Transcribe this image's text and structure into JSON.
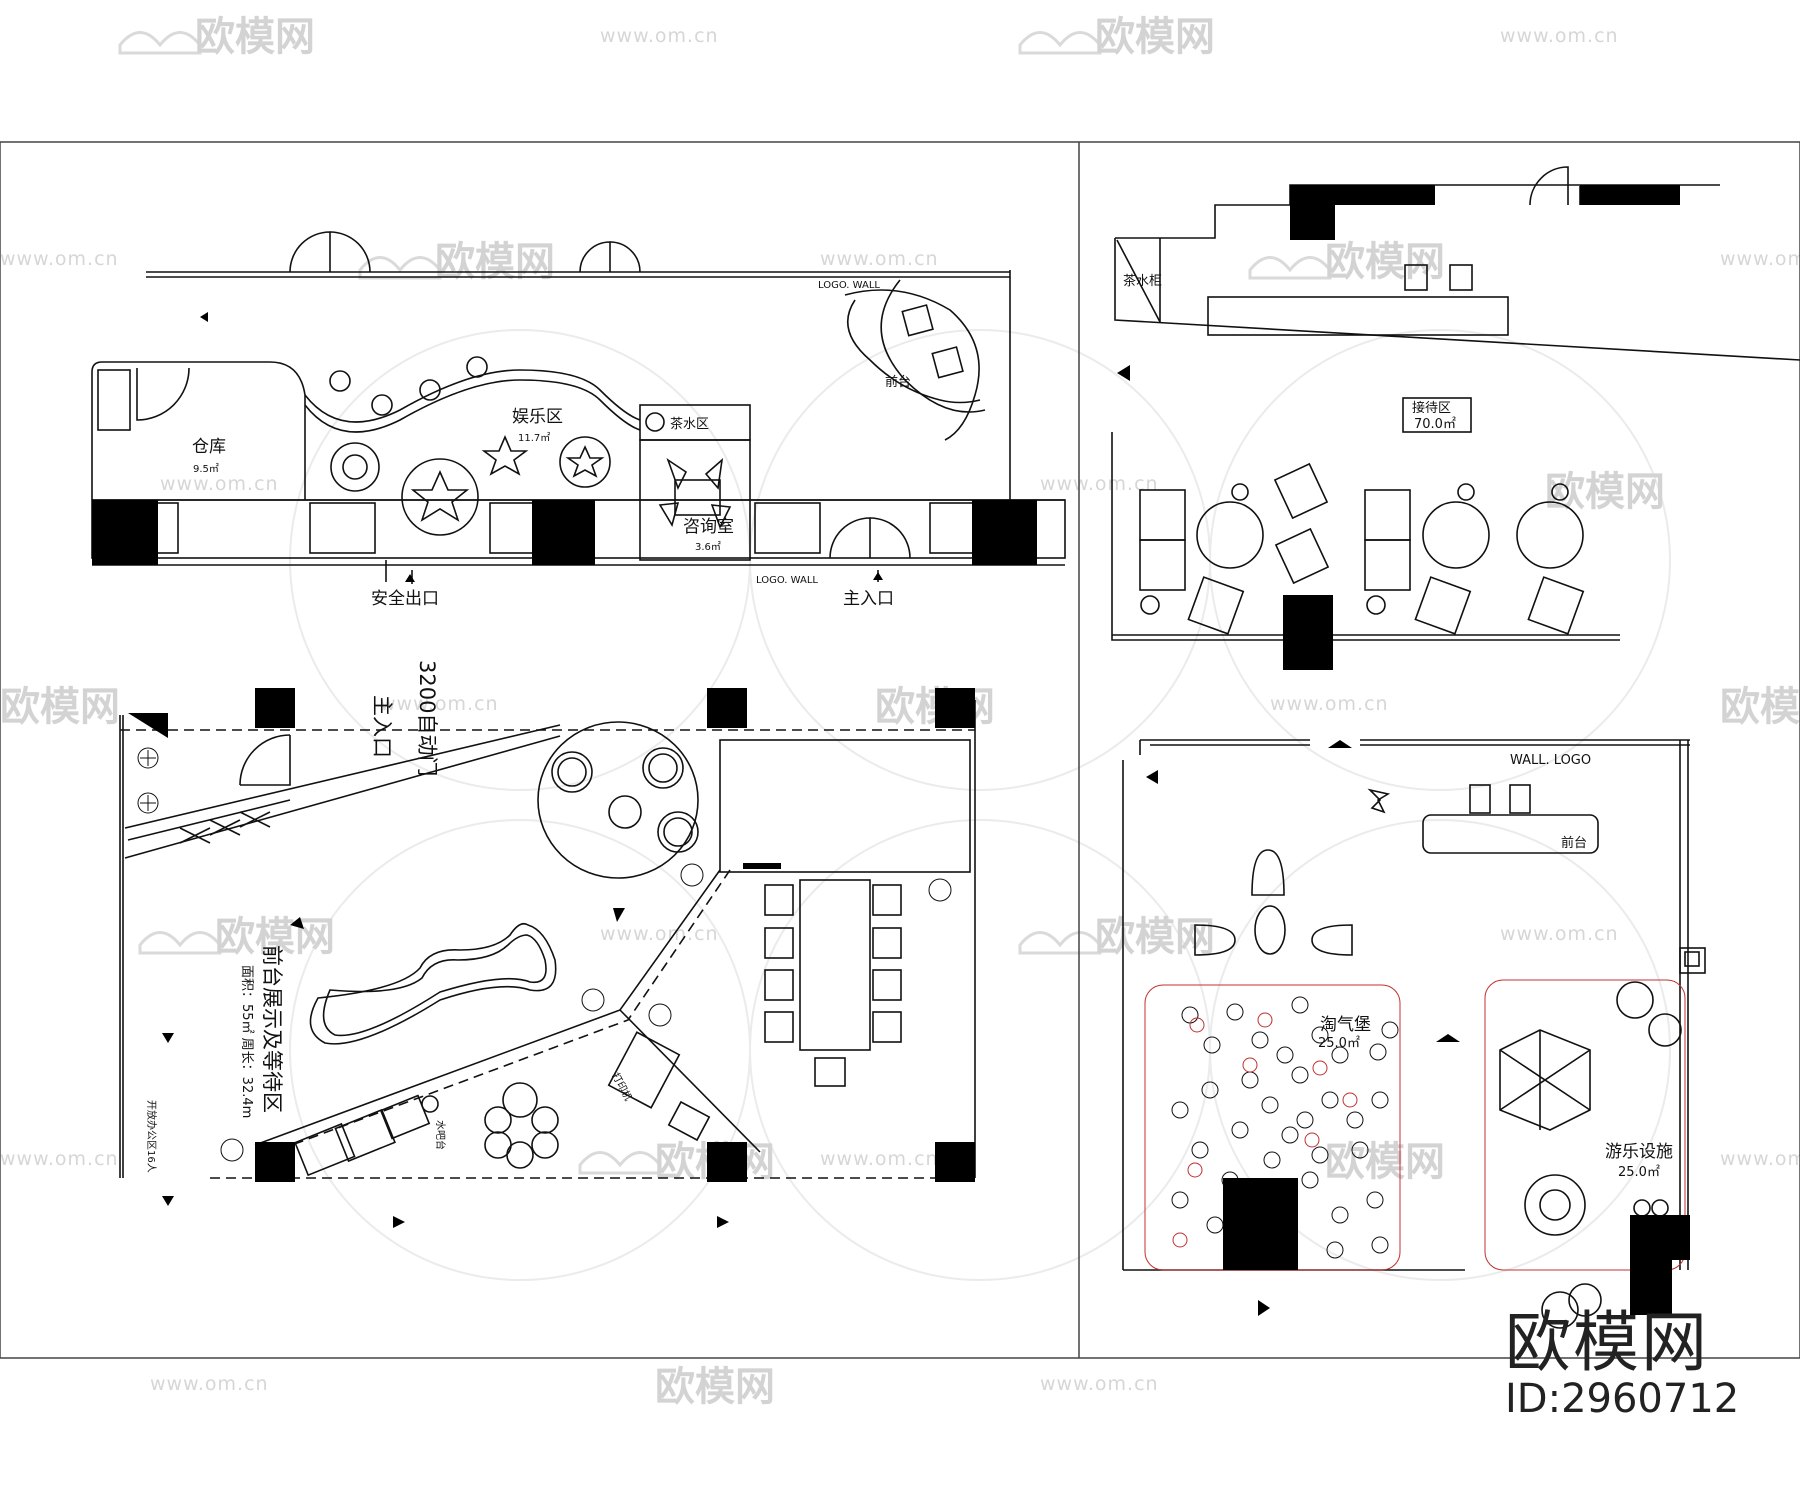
{
  "watermark": {
    "brand": "欧模网",
    "url": "www.om.cn"
  },
  "branding": {
    "name": "欧模网",
    "id_label": "ID:2960712"
  },
  "plan_top_left": {
    "logo_wall_top": "LOGO. WALL",
    "reception": "前台",
    "warehouse": "仓库",
    "warehouse_area": "9.5㎡",
    "entertainment": "娱乐区",
    "entertainment_area": "11.7㎡",
    "tea_area": "茶水区",
    "consult_room": "咨询室",
    "consult_area": "3.6㎡",
    "logo_wall_bottom": "LOGO. WALL",
    "emergency_exit": "安全出口",
    "main_entrance": "主入口"
  },
  "plan_top_right": {
    "tea_cabinet": "茶水柜",
    "reception_zone": "接待区",
    "reception_zone_area": "70.0㎡"
  },
  "plan_bottom_left": {
    "auto_door": "3200自动门",
    "main_entrance": "主入口",
    "zone_title": "前台展示及等待区",
    "zone_area": "面积：55㎡ 周长：32.4m",
    "tea_bar": "水吧台",
    "printer": "打印机",
    "open_office": "开放办公区16人"
  },
  "plan_bottom_right": {
    "wall_logo": "WALL. LOGO",
    "reception": "前台",
    "naughty_castle": "淘气堡",
    "naughty_area": "25.0㎡",
    "play_facility": "游乐设施",
    "play_area": "25.0㎡"
  }
}
